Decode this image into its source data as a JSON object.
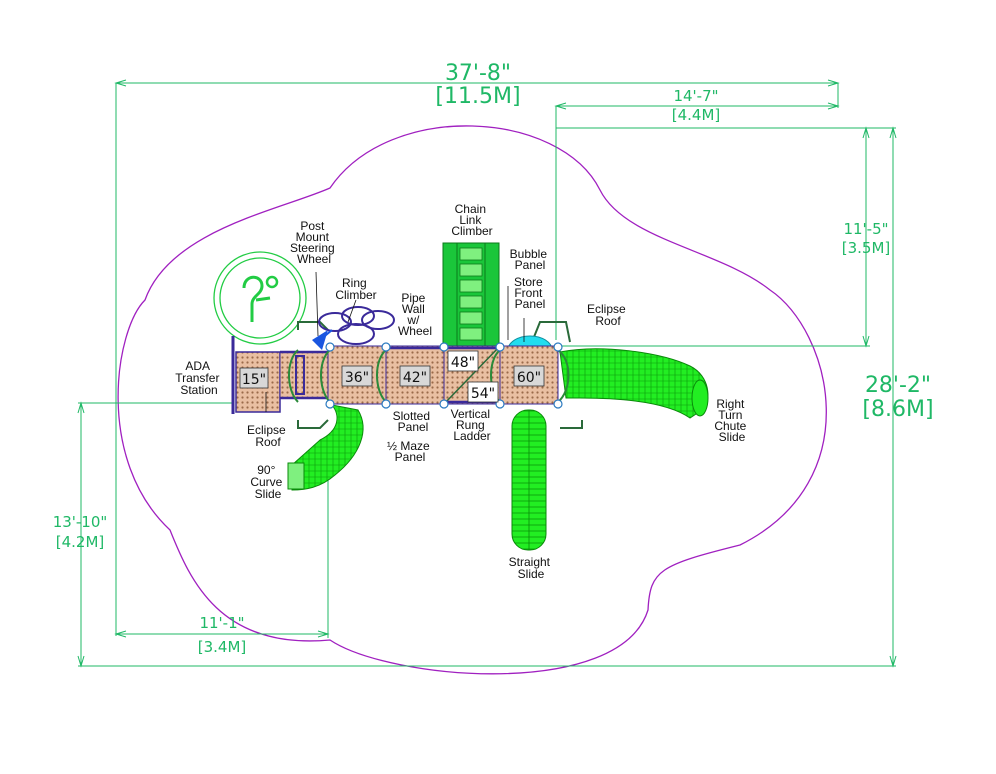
{
  "dimensions": {
    "overall_width": {
      "imperial": "37'-8\"",
      "metric": "[11.5M]"
    },
    "overall_depth": {
      "imperial": "28'-2\"",
      "metric": "[8.6M]"
    },
    "right_offset": {
      "imperial": "14'-7\"",
      "metric": "[4.4M]"
    },
    "right_height": {
      "imperial": "11'-5\"",
      "metric": "[3.5M]"
    },
    "left_height": {
      "imperial": "13'-10\"",
      "metric": "[4.2M]"
    },
    "left_offset": {
      "imperial": "11'-1\"",
      "metric": "[3.4M]"
    }
  },
  "deck_heights": {
    "d15": "15\"",
    "d36": "36\"",
    "d42": "42\"",
    "d48": "48\"",
    "d54": "54\"",
    "d60": "60\""
  },
  "labels": {
    "ada_transfer": [
      "ADA",
      "Transfer",
      "Station"
    ],
    "eclipse_roof_left": [
      "Eclipse",
      "Roof"
    ],
    "curve_slide": [
      "90°",
      "Curve",
      "Slide"
    ],
    "post_mount_wheel": [
      "Post",
      "Mount",
      "Steering",
      "Wheel"
    ],
    "ring_climber": [
      "Ring",
      "Climber"
    ],
    "pipe_wall": [
      "Pipe",
      "Wall",
      "w/",
      "Wheel"
    ],
    "chain_link": [
      "Chain",
      "Link",
      "Climber"
    ],
    "bubble_panel": [
      "Bubble",
      "Panel"
    ],
    "store_front": [
      "Store",
      "Front",
      "Panel"
    ],
    "eclipse_roof_right": [
      "Eclipse",
      "Roof"
    ],
    "slotted_panel": [
      "Slotted",
      "Panel"
    ],
    "maze_panel": [
      "½ Maze",
      "Panel"
    ],
    "vertical_ladder": [
      "Vertical",
      "Rung",
      "Ladder"
    ],
    "right_turn_slide": [
      "Right",
      "Turn",
      "Chute",
      "Slide"
    ],
    "straight_slide": [
      "Straight",
      "Slide"
    ]
  },
  "colors": {
    "dimension": "#1fb866",
    "boundary": "#a020c0",
    "slide": "#22ee22",
    "deck": "#e8b89a",
    "frame": "#3a2a9a"
  }
}
